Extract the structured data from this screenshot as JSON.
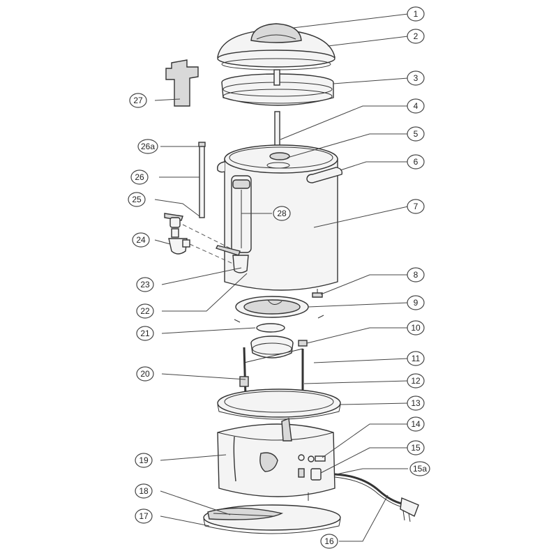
{
  "callouts": [
    {
      "id": "1",
      "label": "1"
    },
    {
      "id": "2",
      "label": "2"
    },
    {
      "id": "3",
      "label": "3"
    },
    {
      "id": "4",
      "label": "4"
    },
    {
      "id": "5",
      "label": "5"
    },
    {
      "id": "6",
      "label": "6"
    },
    {
      "id": "7",
      "label": "7"
    },
    {
      "id": "8",
      "label": "8"
    },
    {
      "id": "9",
      "label": "9"
    },
    {
      "id": "10",
      "label": "10"
    },
    {
      "id": "11",
      "label": "11"
    },
    {
      "id": "12",
      "label": "12"
    },
    {
      "id": "13",
      "label": "13"
    },
    {
      "id": "14",
      "label": "14"
    },
    {
      "id": "15",
      "label": "15"
    },
    {
      "id": "15a",
      "label": "15a"
    },
    {
      "id": "16",
      "label": "16"
    },
    {
      "id": "17",
      "label": "17"
    },
    {
      "id": "18",
      "label": "18"
    },
    {
      "id": "19",
      "label": "19"
    },
    {
      "id": "20",
      "label": "20"
    },
    {
      "id": "21",
      "label": "21"
    },
    {
      "id": "22",
      "label": "22"
    },
    {
      "id": "23",
      "label": "23"
    },
    {
      "id": "24",
      "label": "24"
    },
    {
      "id": "25",
      "label": "25"
    },
    {
      "id": "26",
      "label": "26"
    },
    {
      "id": "26a",
      "label": "26a"
    },
    {
      "id": "27",
      "label": "27"
    },
    {
      "id": "28",
      "label": "28"
    }
  ]
}
